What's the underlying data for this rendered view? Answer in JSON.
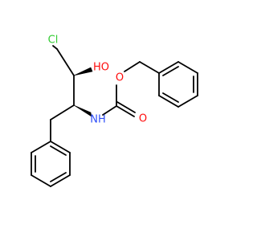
{
  "molecule": {
    "atoms": {
      "chlorine": "Cl",
      "hydroxyl": "HO",
      "carbamate_nh": "NH",
      "carbonyl_oxygen": "O",
      "ester_oxygen": "O"
    },
    "colors": {
      "chlorine": "#33cc33",
      "oxygen": "#ff0d0d",
      "nitrogen": "#3050f8",
      "bond": "#000000",
      "background": "#ffffff"
    }
  }
}
